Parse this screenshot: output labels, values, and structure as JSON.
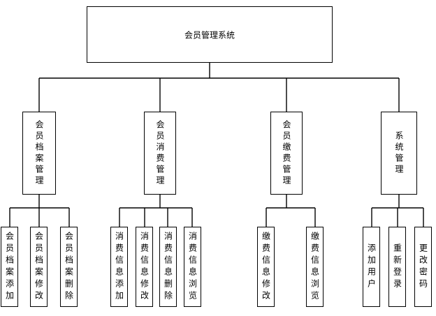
{
  "diagram": {
    "root": {
      "label": "会员管理系统"
    },
    "modules": [
      {
        "label": "会员档案管理",
        "children": [
          "会员档案添加",
          "会员档案修改",
          "会员档案删除"
        ]
      },
      {
        "label": "会员消费管理",
        "children": [
          "消费信息添加",
          "消费信息修改",
          "消费信息删除",
          "消费信息浏览"
        ]
      },
      {
        "label": "会员缴费管理",
        "children": [
          "缴费信息修改",
          "缴费信息浏览"
        ]
      },
      {
        "label": "系统管理",
        "children": [
          "添加用户",
          "重新登录",
          "更改密码"
        ]
      }
    ]
  }
}
